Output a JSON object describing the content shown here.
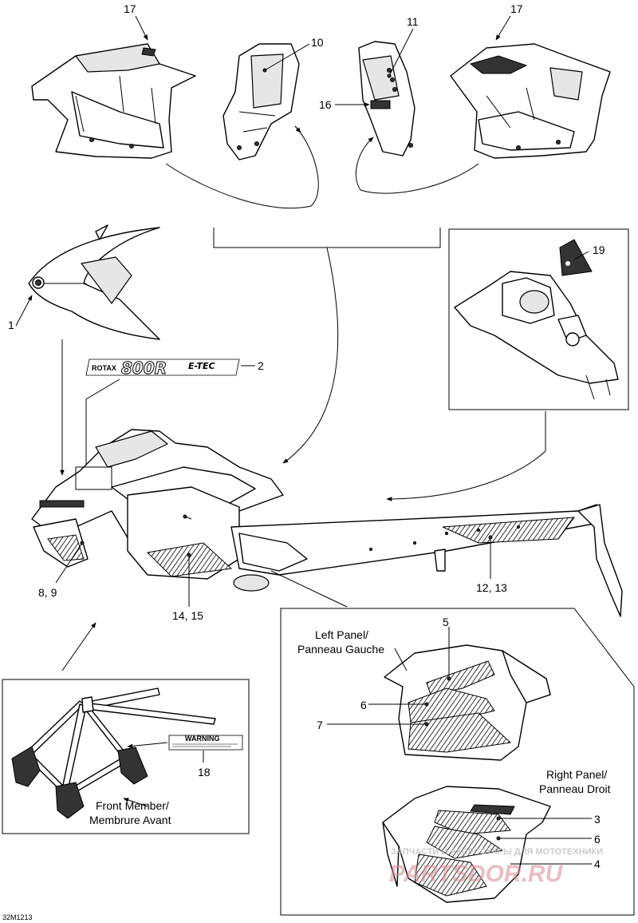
{
  "diagram_code": "32M1213",
  "callouts": {
    "c1": "1",
    "c2": "2",
    "c3": "3",
    "c4": "4",
    "c5": "5",
    "c6a": "6",
    "c6b": "6",
    "c7": "7",
    "c89": "8, 9",
    "c10": "10",
    "c11": "11",
    "c1213": "12, 13",
    "c1415": "14, 15",
    "c16": "16",
    "c17a": "17",
    "c17b": "17",
    "c18": "18",
    "c19": "19"
  },
  "labels": {
    "left_panel_1": "Left Panel/",
    "left_panel_2": "Panneau Gauche",
    "right_panel_1": "Right Panel/",
    "right_panel_2": "Panneau Droit",
    "front_member_1": "Front Member/",
    "front_member_2": "Membrure Avant"
  },
  "decal": {
    "brand": "ROTAX",
    "model": "800R",
    "suffix": "E-TEC",
    "warning_title": "WARNING"
  },
  "watermark": {
    "line1": "ЗАПЧАСТИ И АКСЕССУАРЫ ДЛЯ МОТОТЕХНИКИ",
    "line2": "PARTSDOR.RU"
  }
}
